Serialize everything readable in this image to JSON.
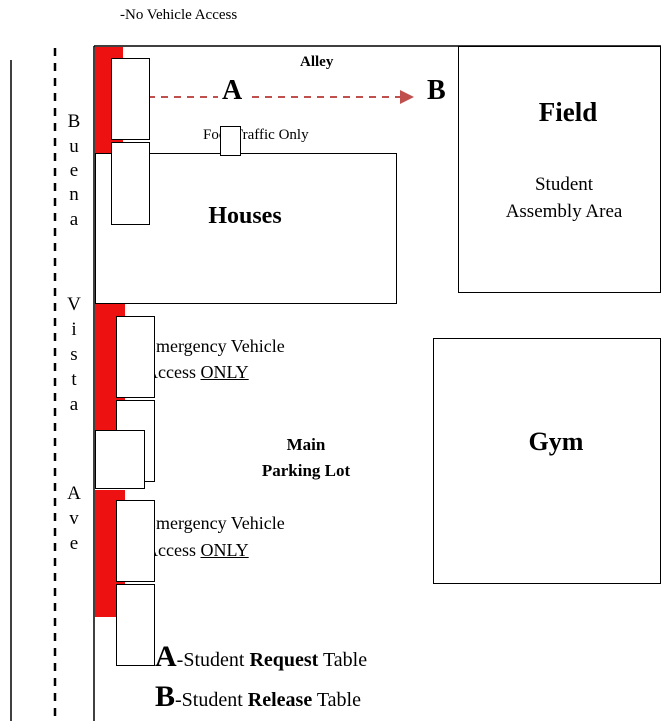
{
  "header": {
    "note": "-No Vehicle Access"
  },
  "street": {
    "letters": [
      "B",
      "u",
      "e",
      "n",
      "a",
      "V",
      "i",
      "s",
      "t",
      "a",
      "A",
      "v",
      "e"
    ]
  },
  "alley": {
    "label": "Alley"
  },
  "route": {
    "start": "A",
    "end": "B"
  },
  "foot_traffic": {
    "label": "Foot Traffic Only"
  },
  "houses": {
    "label": "Houses"
  },
  "field": {
    "title": "Field",
    "line1": "Student",
    "line2": "Assembly Area"
  },
  "emergency_upper": {
    "line1": "Emergency Vehicle",
    "line2_prefix": "Access ",
    "line2_emph": "ONLY"
  },
  "parking": {
    "line1": "Main",
    "line2": "Parking Lot"
  },
  "emergency_lower": {
    "line1": "Emergency Vehicle",
    "line2_prefix": "Access ",
    "line2_emph": "ONLY"
  },
  "gym": {
    "label": "Gym"
  },
  "legend": {
    "a_letter": "A",
    "a_prefix": "-Student ",
    "a_bold": "Request",
    "a_suffix": " Table",
    "b_letter": "B",
    "b_prefix": "-Student ",
    "b_bold": "Release",
    "b_suffix": " Table"
  },
  "colors": {
    "red_zone": "#ee1111",
    "route_arrow": "#c0504d"
  }
}
